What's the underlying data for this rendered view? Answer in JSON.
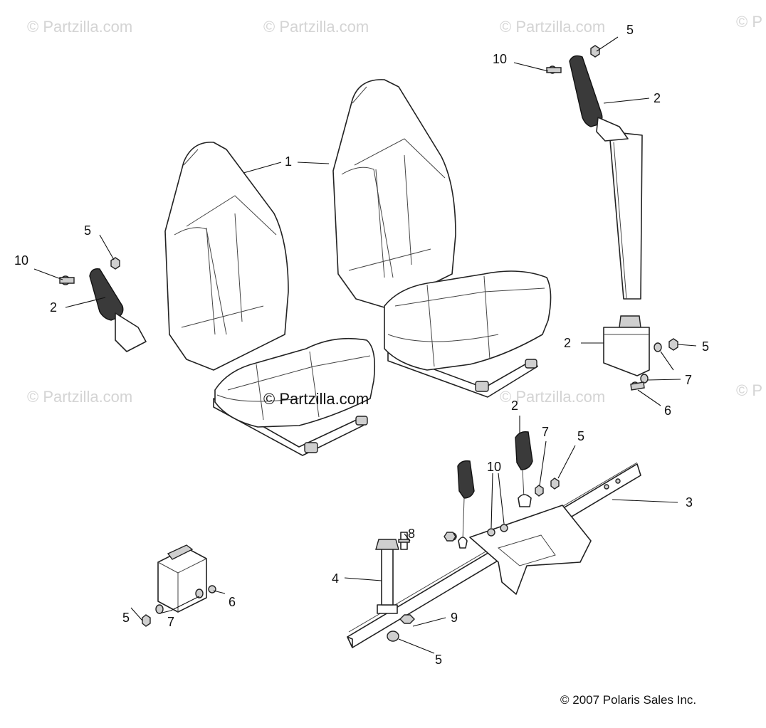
{
  "watermarks": {
    "top_left": "© Partzilla.com",
    "top_mid": "© Partzilla.com",
    "top_right": "© Partzilla.com",
    "top_edge": "© P",
    "mid_left": "© Partzilla.com",
    "mid_right": "© Partzilla.com",
    "mid_edge": "© P",
    "center": "© Partzilla.com"
  },
  "callouts": {
    "seat_left": "1",
    "belt_upper_right_num": "2",
    "belt_left_num": "2",
    "belt_right_base_num": "2",
    "buckle_num": "2",
    "crossbar_num": "3",
    "pin_num": "4",
    "nut_top_right": "5",
    "nut_left": "5",
    "nut_right": "5",
    "nut_buckle": "5",
    "nut_bottom_left": "5",
    "nut_bottom": "5",
    "bolt_right": "6",
    "bolt_bottom_left": "6",
    "washer_right": "7",
    "washer_buckle": "7",
    "washer_bottom_left": "7",
    "fitting_num": "8",
    "washer_bottom": "9",
    "bolt_top_right": "10",
    "bolt_left": "10",
    "bolt_bracket": "10"
  },
  "copyright": "© 2007 Polaris Sales Inc."
}
